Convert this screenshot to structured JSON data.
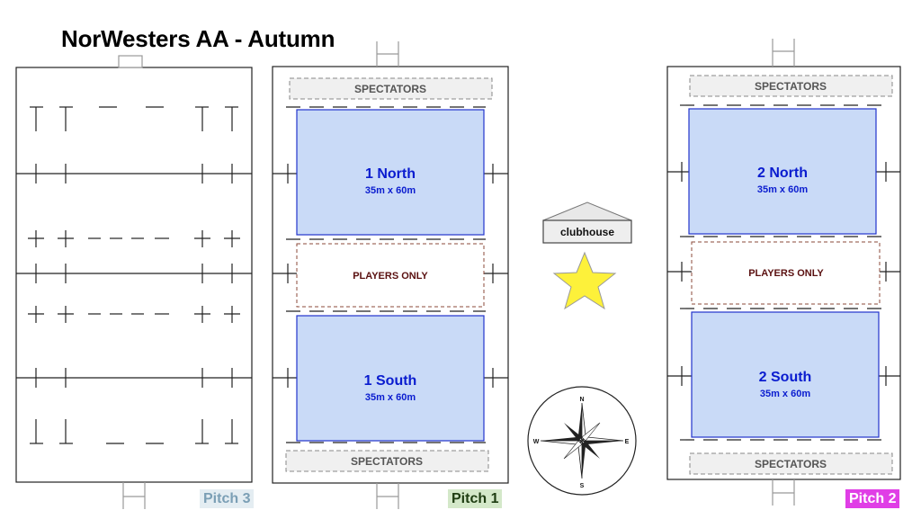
{
  "title": "NorWesters AA - Autumn",
  "pitches": [
    {
      "label": "Pitch 3",
      "color": "#7b9fb5"
    },
    {
      "label": "Pitch 1",
      "color": "#1f3d12",
      "spectators_top": "SPECTATORS",
      "spectators_bottom": "SPECTATORS",
      "players_only": "PLAYERS ONLY",
      "zones": [
        {
          "name": "1 North",
          "size": "35m x 60m"
        },
        {
          "name": "1 South",
          "size": "35m x 60m"
        }
      ]
    },
    {
      "label": "Pitch 2",
      "color": "#e03ee6",
      "spectators_top": "SPECTATORS",
      "spectators_bottom": "SPECTATORS",
      "players_only": "PLAYERS ONLY",
      "zones": [
        {
          "name": "2 North",
          "size": "35m x 60m"
        },
        {
          "name": "2 South",
          "size": "35m x 60m"
        }
      ]
    }
  ],
  "clubhouse": "clubhouse",
  "compass": {
    "n": "N",
    "s": "S",
    "e": "E",
    "w": "W"
  },
  "colors": {
    "zone_fill": "#c9daf7",
    "zone_border": "#2233cc",
    "zone_text": "#0a1ccf",
    "players_text": "#5a1010",
    "players_border": "#8b4a3a",
    "spectator_fill": "#f0f0f0",
    "spectator_text": "#555555",
    "star": "#fdf13a"
  }
}
